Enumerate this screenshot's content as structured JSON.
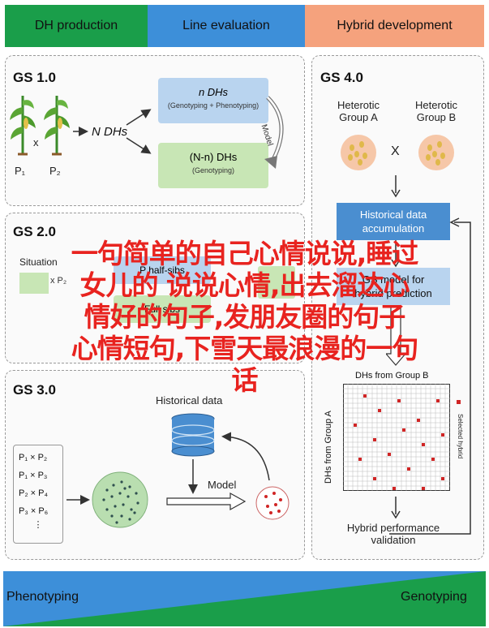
{
  "tabs": [
    {
      "label": "DH production",
      "color": "#1a9e4a"
    },
    {
      "label": "Line evaluation",
      "color": "#3d8fd9"
    },
    {
      "label": "Hybrid development",
      "color": "#f5a27d"
    }
  ],
  "gs1": {
    "title": "GS 1.0",
    "parent1": "P₁",
    "parent2": "P₂",
    "cross_symbol": "x",
    "n_dhs": "N DHs",
    "box_top_title": "n DHs",
    "box_top_sub": "(Genotyping + Phenotyping)",
    "box_bottom_title": "(N-n) DHs",
    "box_bottom_sub": "(Genotyping)",
    "model_label": "Model"
  },
  "gs2": {
    "title": "GS 2.0",
    "left_label": "Situation",
    "middle_top": "P half-sibs",
    "middle_bottom": "Full sibs",
    "partial_x": "x P₂",
    "partial_p": "P"
  },
  "gs3": {
    "title": "GS 3.0",
    "crosses": [
      "P₁ × P₂",
      "P₁ × P₃",
      "P₂ × P₄",
      "P₃ × P₆",
      "⋮"
    ],
    "historical_data": "Historical data",
    "model": "Model"
  },
  "gs4": {
    "title": "GS 4.0",
    "group_a": [
      "Heterotic",
      "Group A"
    ],
    "group_b": [
      "Heterotic",
      "Group B"
    ],
    "cross_symbol": "X",
    "accumulation": [
      "Historical data",
      "accumulation"
    ],
    "gs_model": [
      "GS model for",
      "hybrid prediction"
    ],
    "x_axis": "DHs from Group B",
    "y_axis": "DHs from Group A",
    "legend": "Selected hybrid",
    "validation": [
      "Hybrid performance",
      "validation"
    ]
  },
  "overlay_lines": [
    "一句简单的自己心情说说,睡过",
    "女儿的 说说心情,出去溜达心",
    "情好的句子,发朋友圈的句子",
    "心情短句,下雪天最浪漫的一句",
    "话"
  ],
  "bottom": {
    "left": "Phenotyping",
    "right": "Genotyping",
    "blue": "#3d8fd9",
    "green": "#1a9e4a"
  },
  "colors": {
    "accent_red": "#e8231f",
    "box_blue": "#b9d4ef",
    "box_green": "#c8e6b5",
    "hist_box": "#4a8ed0"
  }
}
